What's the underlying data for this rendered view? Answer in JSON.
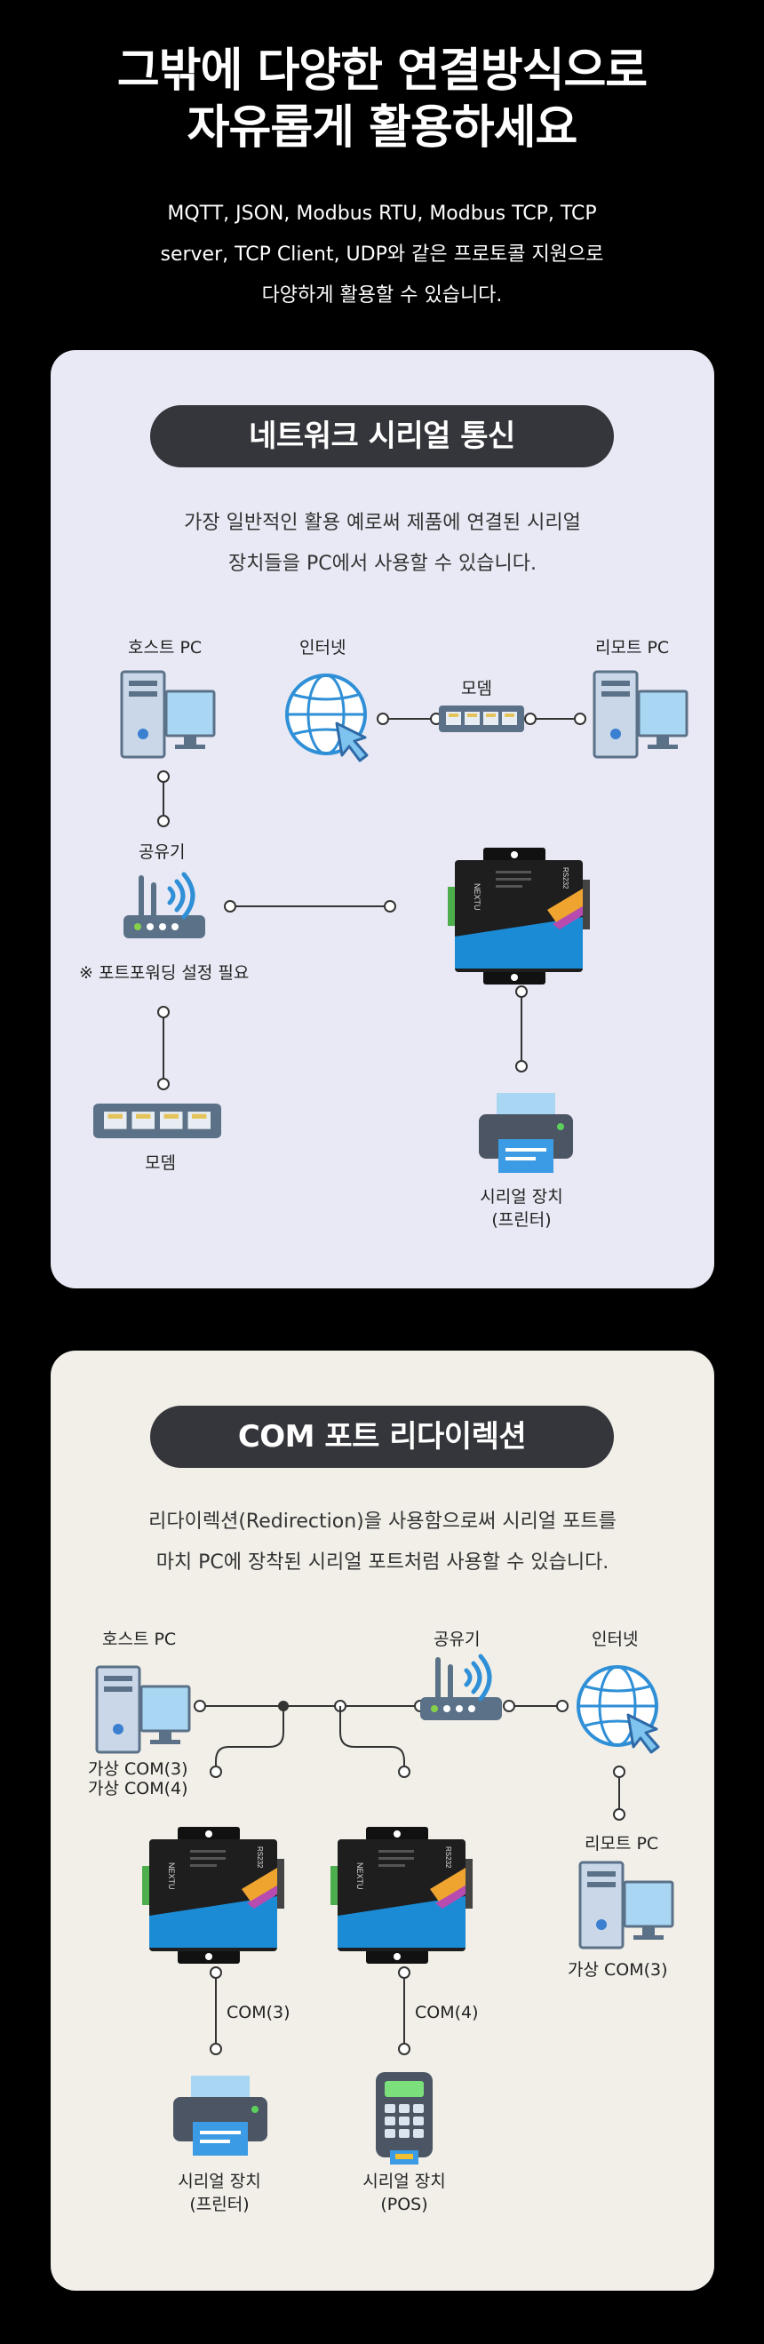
{
  "hero": {
    "title_line1": "그밖에 다양한 연결방식으로",
    "title_line2": "자유롭게 활용하세요",
    "desc_line1": "MQTT, JSON, Modbus RTU, Modbus TCP, TCP",
    "desc_line2": "server, TCP Client, UDP와 같은 프로토콜 지원으로",
    "desc_line3": "다양하게 활용할 수 있습니다."
  },
  "section1": {
    "title": "네트워크 시리얼 통신",
    "desc_line1": "가장 일반적인 활용 예로써 제품에 연결된 시리얼",
    "desc_line2": "장치들을 PC에서 사용할 수 있습니다.",
    "host_pc": "호스트 PC",
    "internet": "인터넷",
    "remote_pc": "리모트 PC",
    "modem_top": "모뎀",
    "router": "공유기",
    "port_forward_note": "※ 포트포워딩 설정 필요",
    "modem_bottom": "모뎀",
    "serial_device": "시리얼 장치",
    "serial_device_sub": "(프린터)"
  },
  "section2": {
    "title": "COM 포트 리다이렉션",
    "desc_line1": "리다이렉션(Redirection)을 사용함으로써 시리얼 포트를",
    "desc_line2": "마치 PC에 장착된 시리얼 포트처럼 사용할 수 있습니다.",
    "host_pc": "호스트 PC",
    "router": "공유기",
    "internet": "인터넷",
    "virtual_com3": "가상 COM(3)",
    "virtual_com4": "가상 COM(4)",
    "remote_pc": "리모트 PC",
    "remote_virtual_com3": "가상 COM(3)",
    "com3": "COM(3)",
    "com4": "COM(4)",
    "printer_label": "시리얼 장치",
    "printer_sub": "(프린터)",
    "pos_label": "시리얼 장치",
    "pos_sub": "(POS)"
  },
  "device": {
    "brand": "NEXTU",
    "port": "RS232"
  },
  "colors": {
    "background": "#000000",
    "panel1": "#e8e9f4",
    "panel2": "#f1efe8",
    "pill": "#35363b",
    "accent_blue": "#1b8bd6"
  }
}
